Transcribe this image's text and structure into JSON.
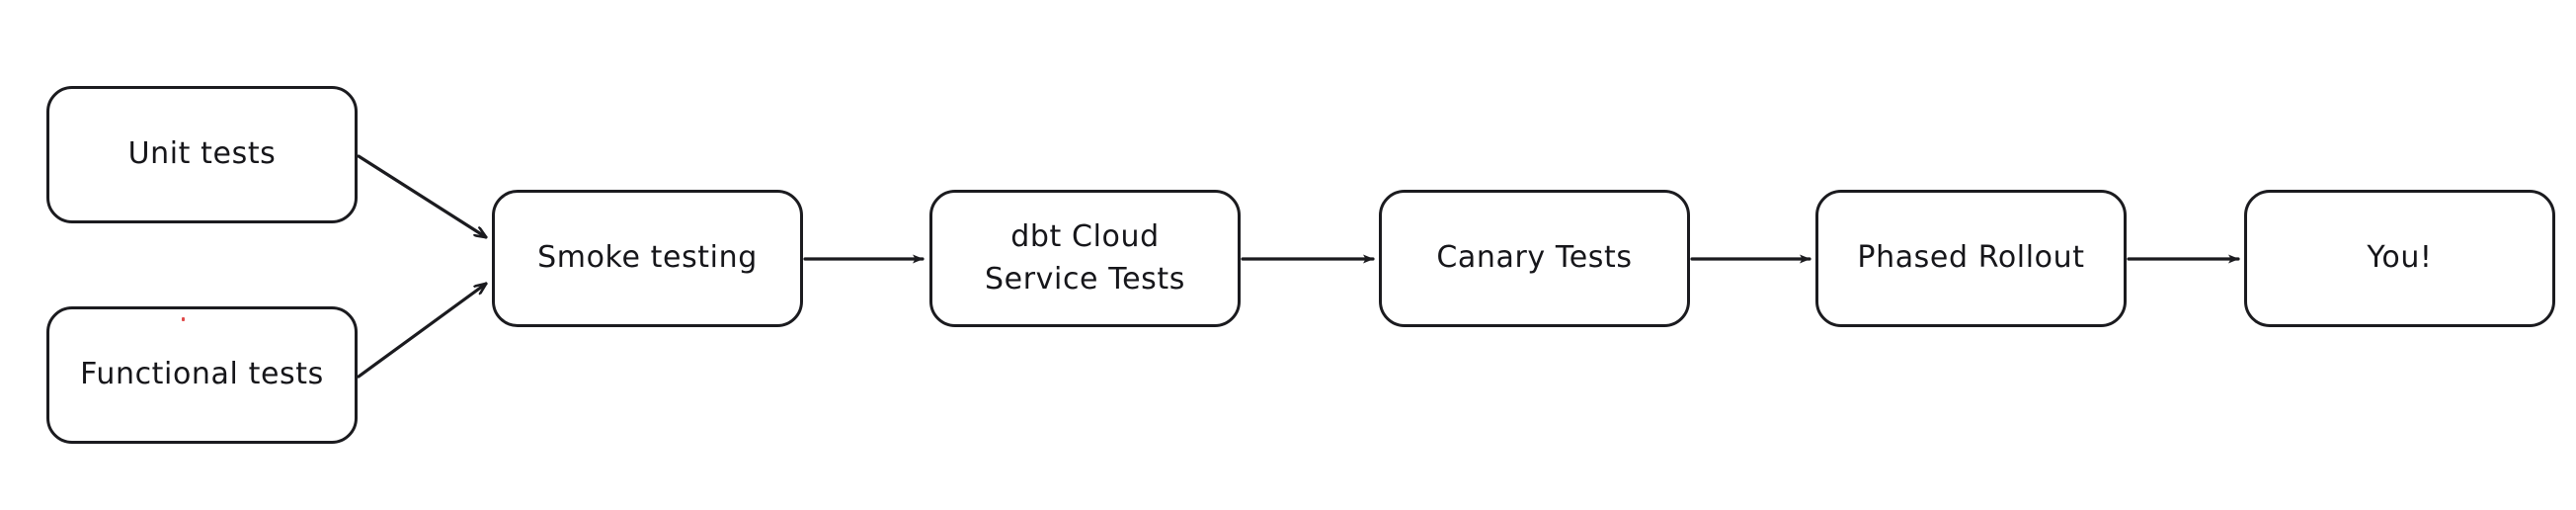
{
  "diagram": {
    "type": "flowchart",
    "orientation": "left-to-right",
    "background_color": "#ffffff",
    "stroke_color": "#1b1b1f",
    "text_color": "#16161a",
    "nodes": [
      {
        "id": "unit-tests",
        "label": "Unit tests",
        "shape": "rounded-rectangle"
      },
      {
        "id": "functional-tests",
        "label": "Functional tests",
        "shape": "rounded-rectangle"
      },
      {
        "id": "smoke-testing",
        "label": "Smoke testing",
        "shape": "rounded-rectangle"
      },
      {
        "id": "dbt-cloud",
        "label": "dbt Cloud\nService Tests",
        "shape": "rounded-rectangle"
      },
      {
        "id": "canary-tests",
        "label": "Canary Tests",
        "shape": "rounded-rectangle"
      },
      {
        "id": "phased-rollout",
        "label": "Phased Rollout",
        "shape": "rounded-rectangle"
      },
      {
        "id": "you",
        "label": "You!",
        "shape": "rounded-rectangle"
      }
    ],
    "edges": [
      {
        "from": "unit-tests",
        "to": "smoke-testing",
        "style": "solid-arrow",
        "label": ""
      },
      {
        "from": "functional-tests",
        "to": "smoke-testing",
        "style": "solid-arrow",
        "label": ""
      },
      {
        "from": "smoke-testing",
        "to": "dbt-cloud",
        "style": "solid-arrow",
        "label": ""
      },
      {
        "from": "dbt-cloud",
        "to": "canary-tests",
        "style": "solid-arrow",
        "label": ""
      },
      {
        "from": "canary-tests",
        "to": "phased-rollout",
        "style": "solid-arrow",
        "label": ""
      },
      {
        "from": "phased-rollout",
        "to": "you",
        "style": "solid-arrow",
        "label": ""
      }
    ]
  }
}
